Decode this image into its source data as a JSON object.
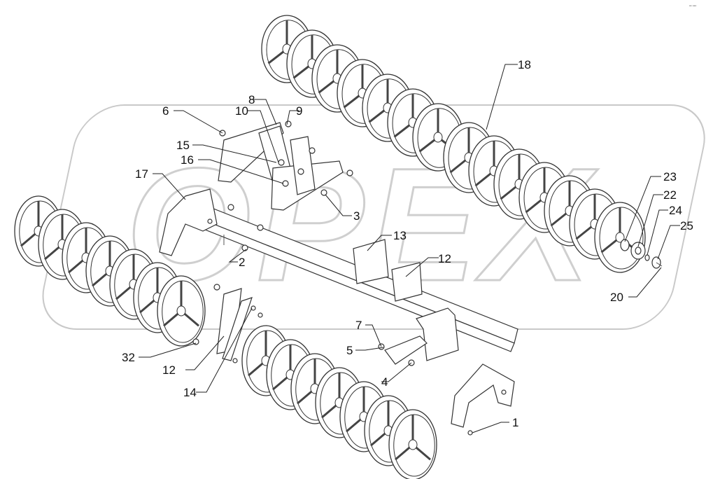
{
  "watermark": {
    "text": "OPEX"
  },
  "corner_mark": "•• •••",
  "callouts": [
    {
      "id": "c1",
      "text": "1"
    },
    {
      "id": "c2",
      "text": "2"
    },
    {
      "id": "c3",
      "text": "3"
    },
    {
      "id": "c4",
      "text": "4"
    },
    {
      "id": "c5",
      "text": "5"
    },
    {
      "id": "c6",
      "text": "6"
    },
    {
      "id": "c7",
      "text": "7"
    },
    {
      "id": "c8",
      "text": "8"
    },
    {
      "id": "c9",
      "text": "9"
    },
    {
      "id": "c10",
      "text": "10"
    },
    {
      "id": "c12a",
      "text": "12"
    },
    {
      "id": "c12b",
      "text": "12"
    },
    {
      "id": "c13",
      "text": "13"
    },
    {
      "id": "c14",
      "text": "14"
    },
    {
      "id": "c15",
      "text": "15"
    },
    {
      "id": "c16",
      "text": "16"
    },
    {
      "id": "c17",
      "text": "17"
    },
    {
      "id": "c18",
      "text": "18"
    },
    {
      "id": "c20",
      "text": "20"
    },
    {
      "id": "c22",
      "text": "22"
    },
    {
      "id": "c23",
      "text": "23"
    },
    {
      "id": "c24",
      "text": "24"
    },
    {
      "id": "c25",
      "text": "25"
    },
    {
      "id": "c32",
      "text": "32"
    }
  ]
}
